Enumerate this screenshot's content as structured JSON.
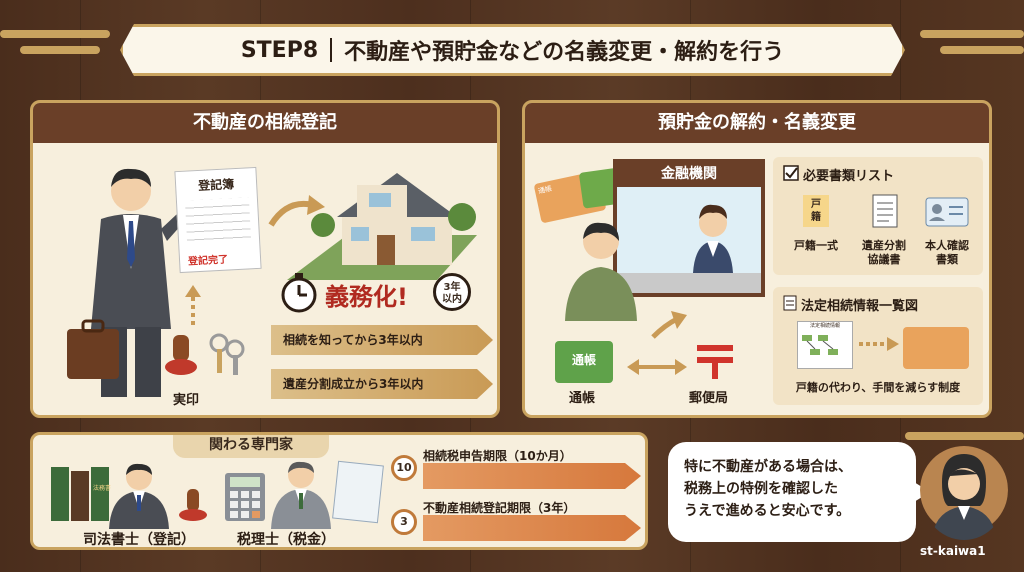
{
  "title": {
    "step": "STEP8",
    "text": "不動産や預貯金などの名義変更・解約を行う"
  },
  "left_panel": {
    "heading": "不動産の相続登記",
    "document_title": "登記簿",
    "stamp_text": "登記完了",
    "seal_label": "実印",
    "mandatory_label": "義務化!",
    "clock_badge": "3年\n以内",
    "arrow1": "相続を知ってから3年以内",
    "arrow2": "遺産分割成立から3年以内"
  },
  "right_panel": {
    "heading": "預貯金の解約・名義変更",
    "bank_label": "金融機関",
    "card_label": "通帳",
    "passbook_label": "通帳",
    "post_label": "郵便局",
    "docs_list": {
      "heading": "必要書類リスト",
      "items": [
        {
          "icon_text": "戸\n籍",
          "label": "戸籍一式"
        },
        {
          "label": "遺産分割\n協議書"
        },
        {
          "label": "本人確認\n書類"
        }
      ]
    },
    "chart": {
      "heading": "法定相続情報一覧図",
      "doc_caption": "法定相続情報",
      "caption": "戸籍の代わり、手間を減らす制度"
    }
  },
  "experts": {
    "heading": "関わる専門家",
    "person1": "司法書士（登記）",
    "person2": "税理士（税金）",
    "book_text": "法務書",
    "deadline1": {
      "badge": "10",
      "label": "相続税申告期限（10か月）"
    },
    "deadline2": {
      "badge": "3",
      "label": "不動産相続登記期限（3年）"
    }
  },
  "advisor": {
    "lines": [
      "特に不動産がある場合は、",
      "税務上の特例を確認した",
      "うえで進めると安心です。"
    ],
    "credit": "st-kaiwa1"
  },
  "colors": {
    "brown": "#6a3f28",
    "gold": "#c9a35f",
    "cream": "#f7efdd",
    "orange": "#d6783c",
    "red": "#d0342c"
  }
}
